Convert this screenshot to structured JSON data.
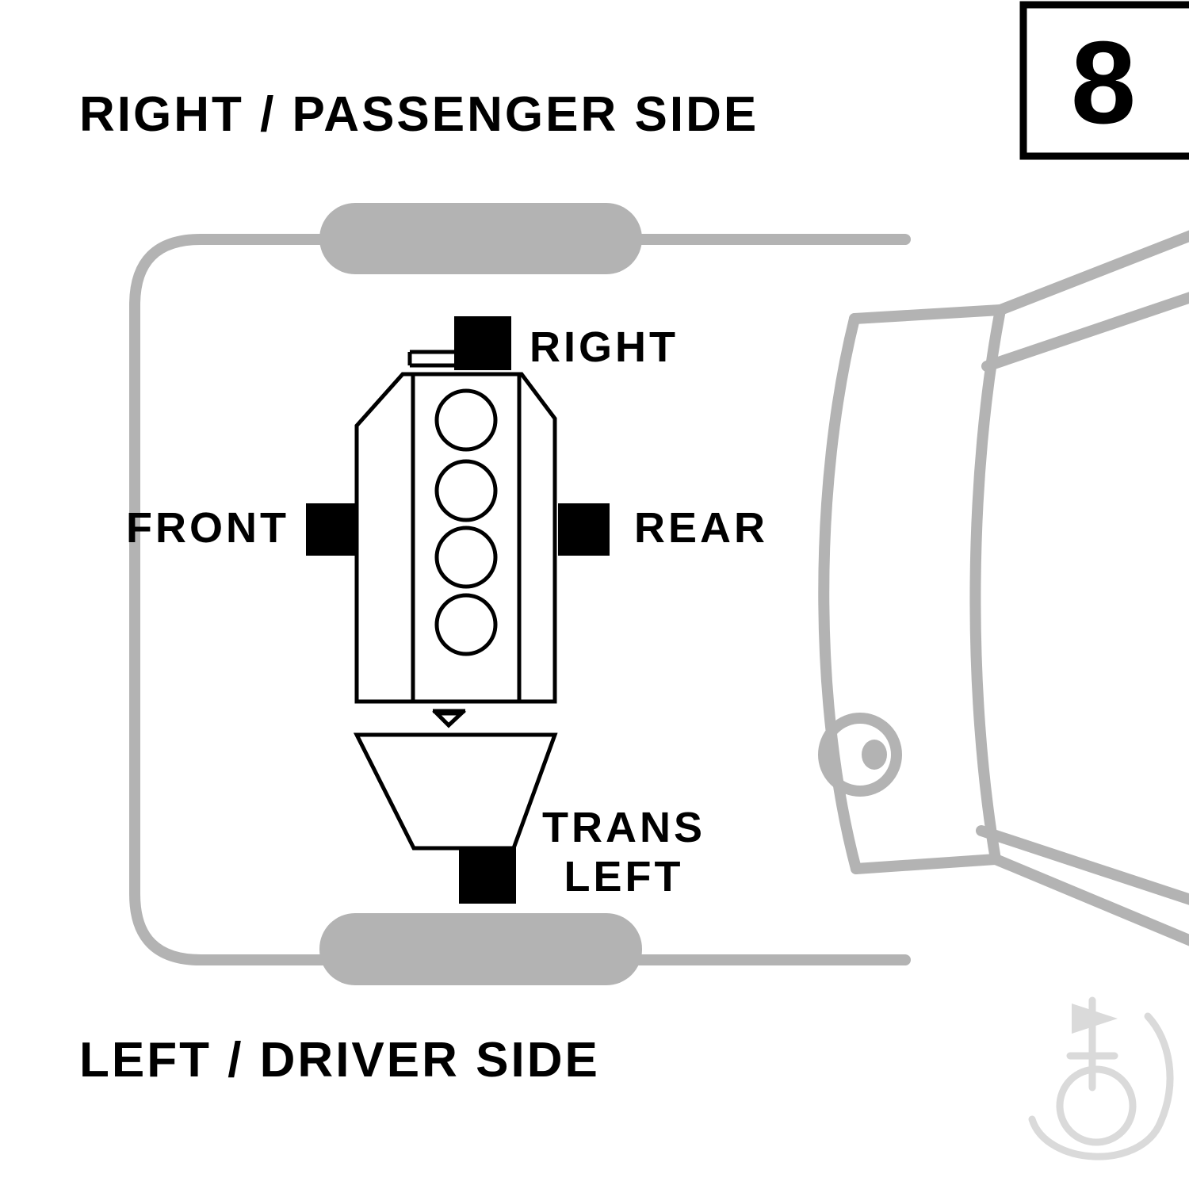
{
  "page": {
    "number": "8",
    "top_label": "RIGHT / PASSENGER SIDE",
    "bottom_label": "LEFT / DRIVER SIDE"
  },
  "diagram": {
    "labels": {
      "right_mount": "RIGHT",
      "front_mount": "FRONT",
      "rear_mount": "REAR",
      "trans_mount_line1": "TRANS",
      "trans_mount_line2": "LEFT"
    },
    "engine_cylinders": 4
  },
  "colors": {
    "background": "#ffffff",
    "line_black": "#000000",
    "car_gray": "#b3b3b3",
    "watermark_gray": "#dadada"
  }
}
